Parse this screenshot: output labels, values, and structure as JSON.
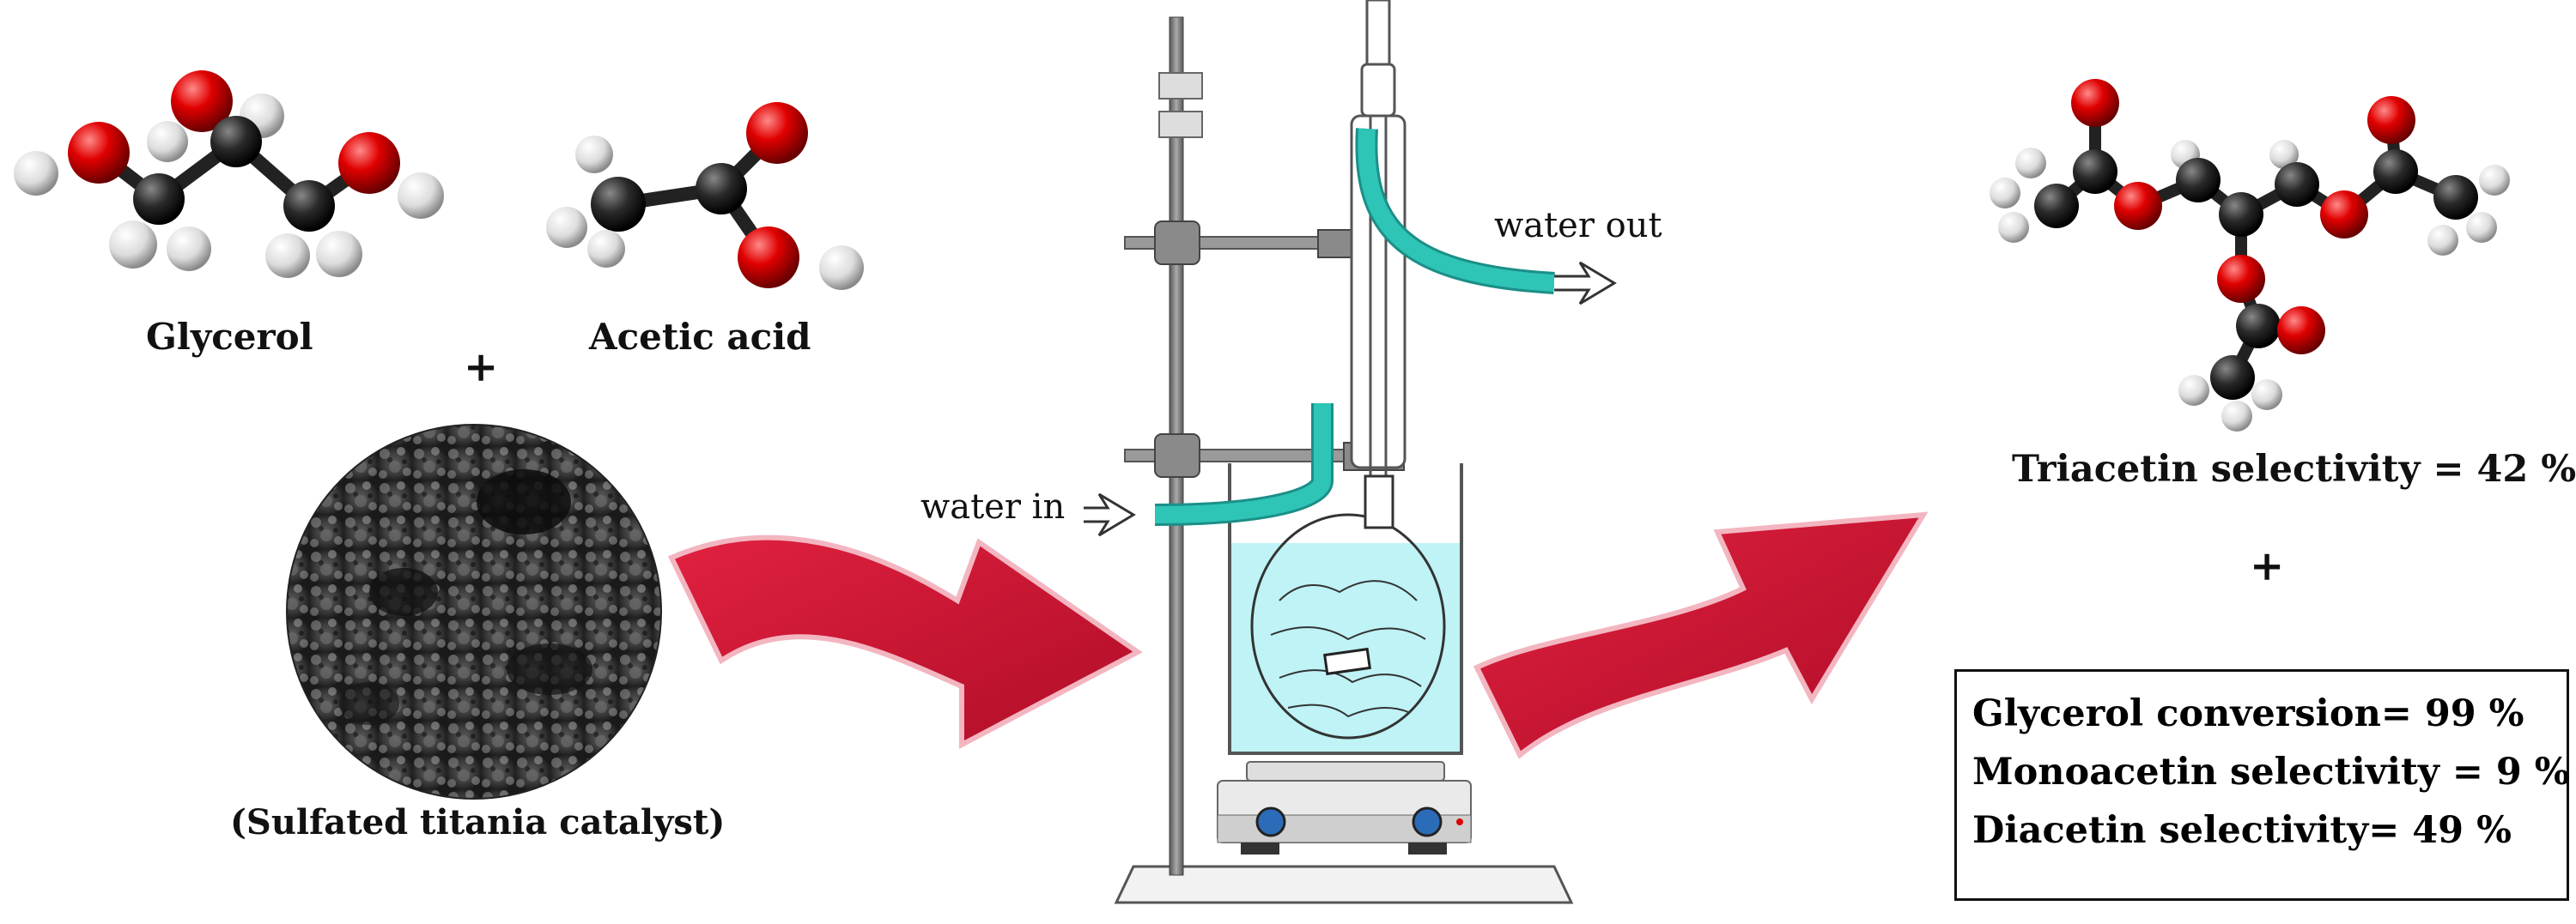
{
  "reactants": {
    "glycerol_label": "Glycerol",
    "acetic_acid_label": "Acetic acid",
    "plus_top": "+",
    "catalyst_label": "(Sulfated titania catalyst)"
  },
  "apparatus": {
    "water_in_label": "water in",
    "water_out_label": "water out"
  },
  "products": {
    "triacetin_label": "Triacetin selectivity = 42 %",
    "plus_right": "+",
    "results": [
      "Glycerol conversion= 99 %",
      "Monoacetin selectivity = 9 %",
      "Diacetin selectivity= 49 %"
    ]
  },
  "colors": {
    "oxygen": "#d00000",
    "carbon": "#222222",
    "hydrogen": "#e8e8e8",
    "arrow": "#c8102e",
    "tubing": "#2ec4b6",
    "bath": "#bff3f5"
  }
}
